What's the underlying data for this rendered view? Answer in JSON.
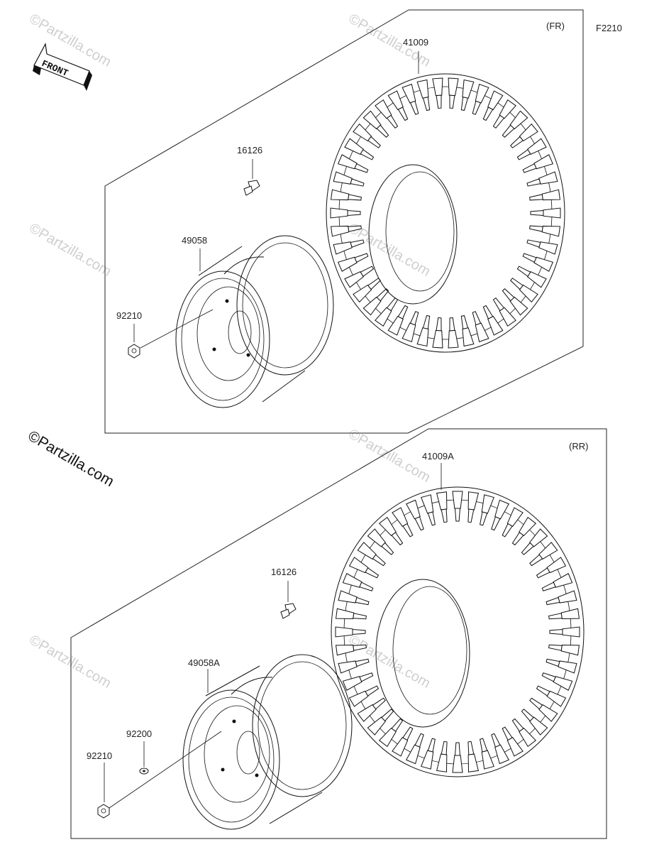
{
  "diagram_code": "F2210",
  "direction_label": "FRONT",
  "watermark": "©Partzilla.com",
  "sections": [
    {
      "id": "front",
      "label": "(FR)",
      "parts": {
        "tire": "41009",
        "valve": "16126",
        "wheel": "49058",
        "nut": "92210"
      }
    },
    {
      "id": "rear",
      "label": "(RR)",
      "parts": {
        "tire": "41009A",
        "valve": "16126",
        "wheel": "49058A",
        "washer": "92200",
        "nut": "92210"
      }
    }
  ]
}
